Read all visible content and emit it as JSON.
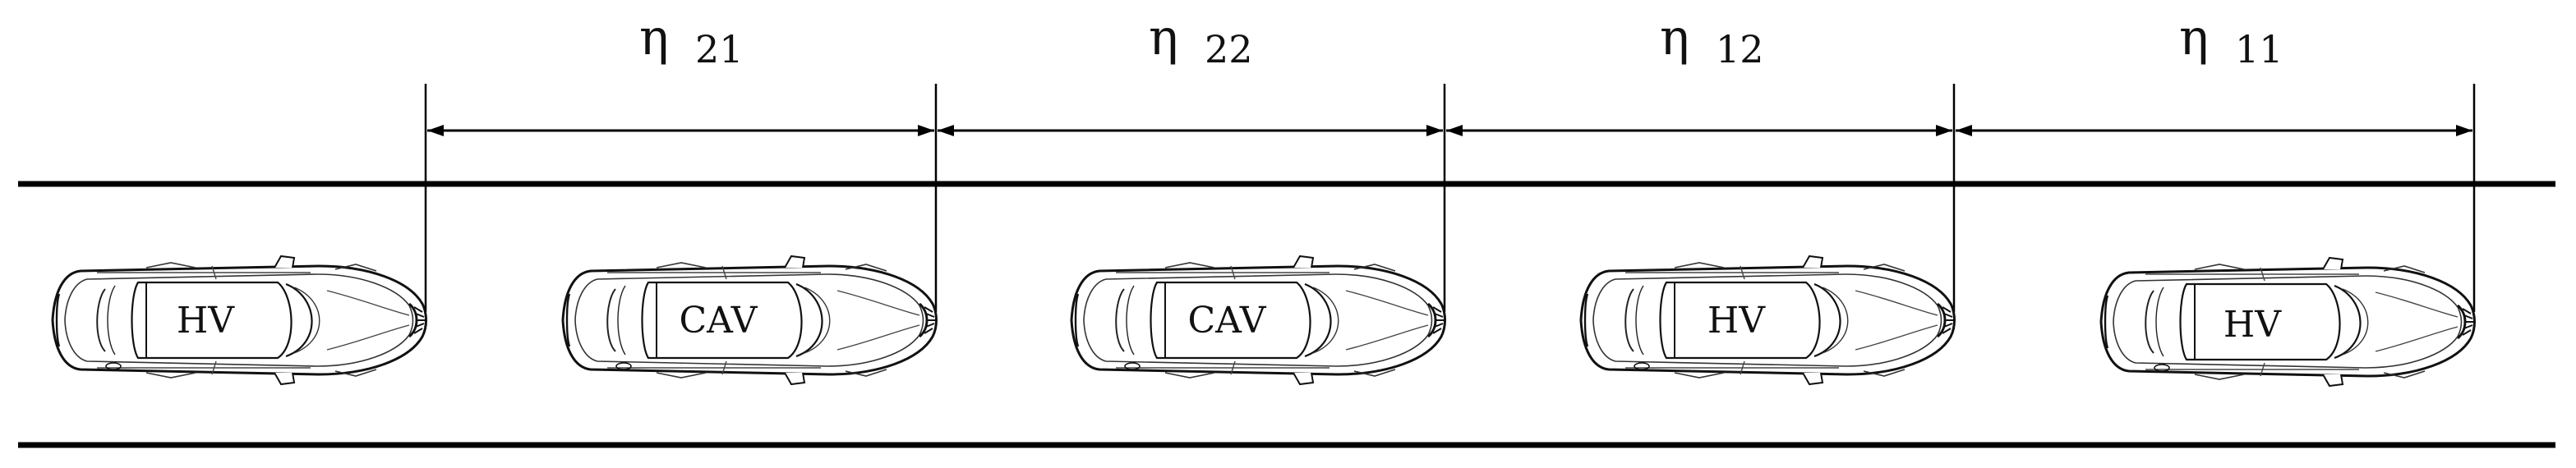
{
  "gaps": [
    {
      "symbol": "η",
      "subscript": "21"
    },
    {
      "symbol": "η",
      "subscript": "22"
    },
    {
      "symbol": "η",
      "subscript": "12"
    },
    {
      "symbol": "η",
      "subscript": "11"
    }
  ],
  "vehicles": [
    {
      "label": "HV"
    },
    {
      "label": "CAV"
    },
    {
      "label": "CAV"
    },
    {
      "label": "HV"
    },
    {
      "label": "HV"
    }
  ]
}
